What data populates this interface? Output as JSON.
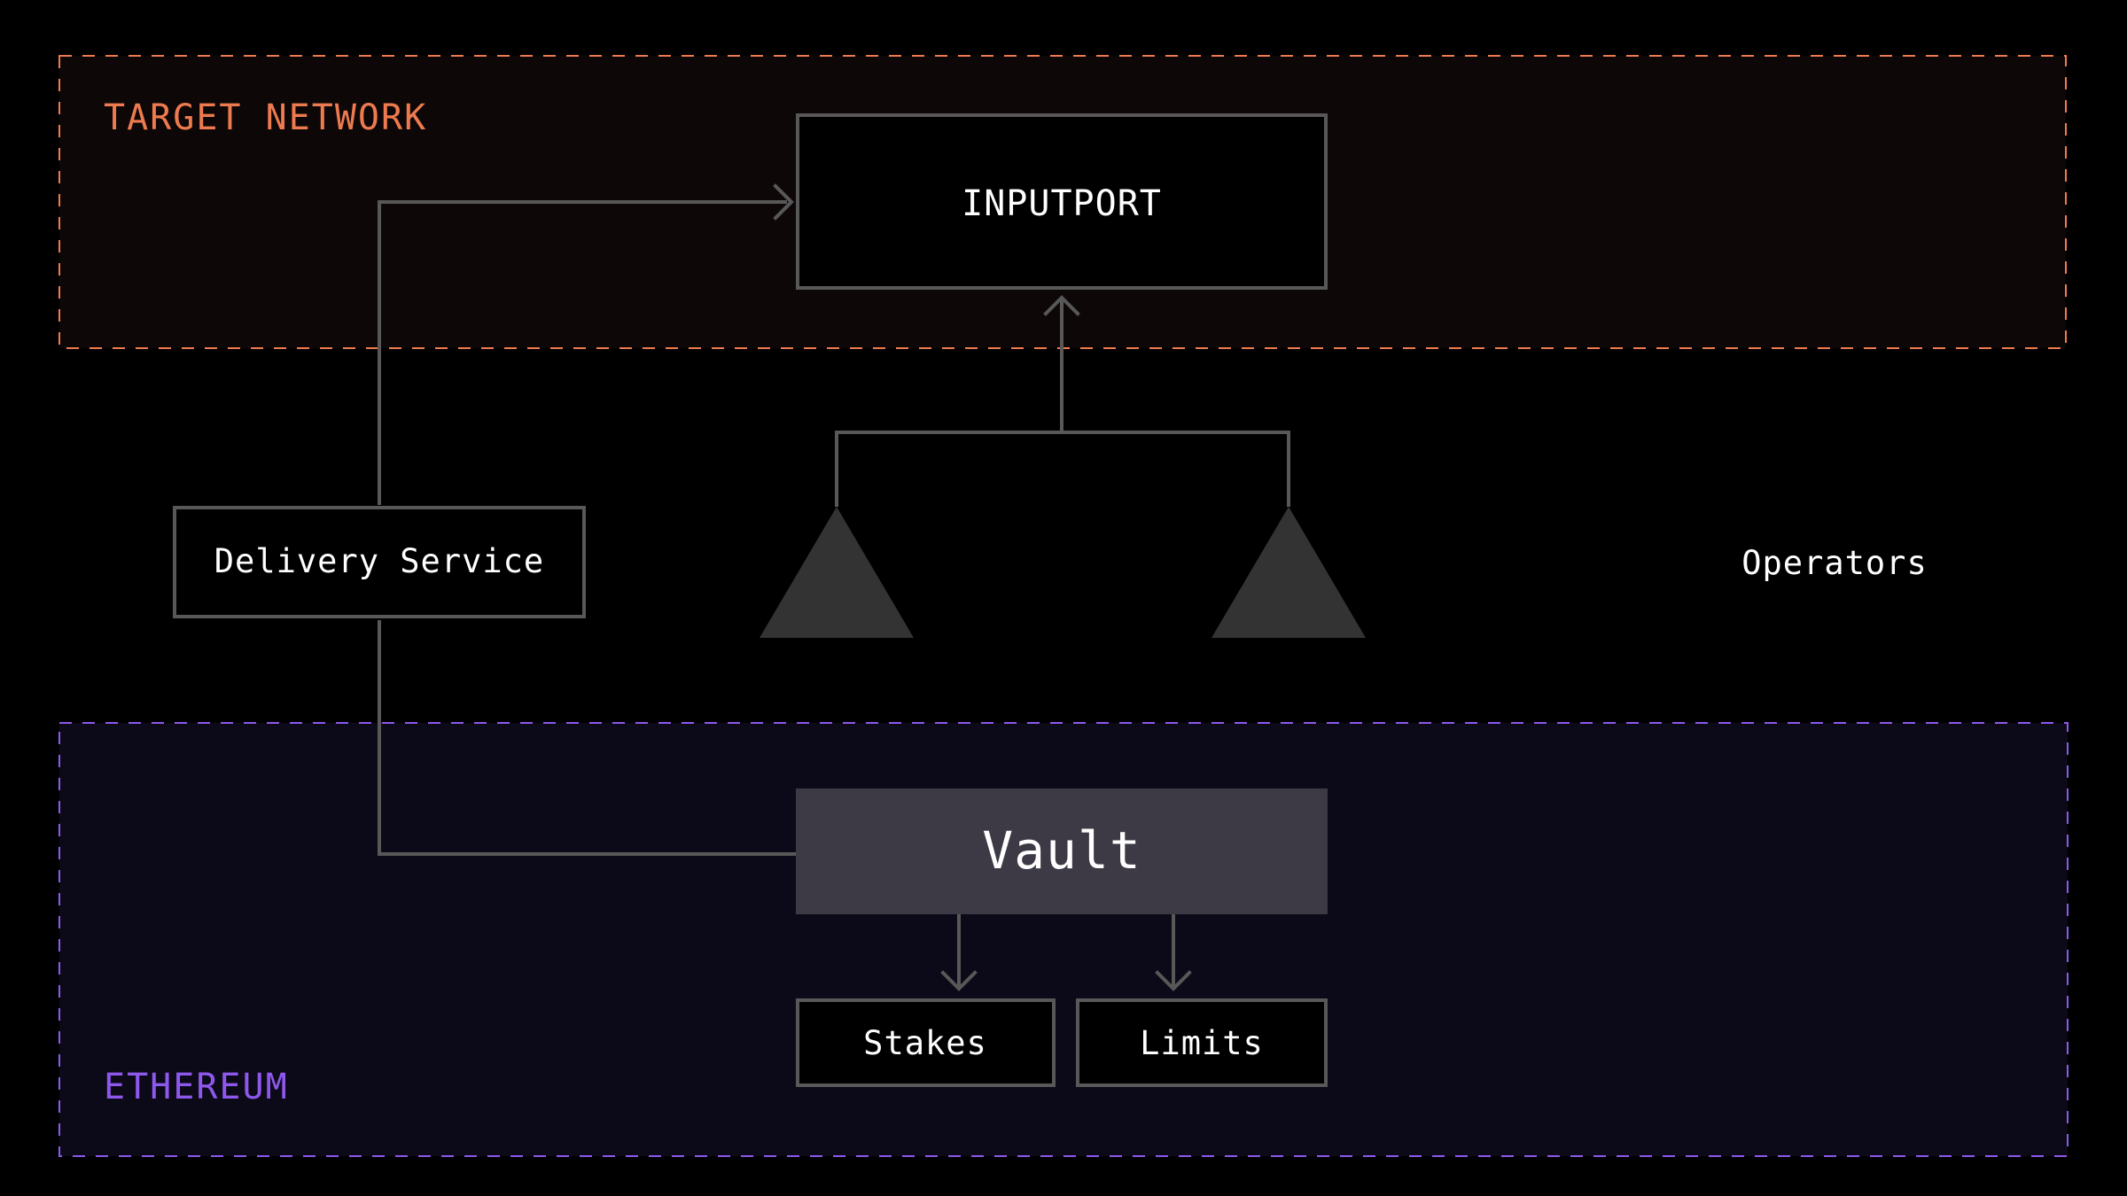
{
  "regions": {
    "target_network": {
      "label": "TARGET NETWORK",
      "color": "#ee7b4f"
    },
    "ethereum": {
      "label": "ETHEREUM",
      "color": "#8e58ec"
    }
  },
  "nodes": {
    "inputport": "INPUTPORT",
    "delivery_service": "Delivery Service",
    "vault": "Vault",
    "stakes": "Stakes",
    "limits": "Limits",
    "operators": "Operators"
  },
  "edges": [
    {
      "from": "delivery_service",
      "to": "inputport"
    },
    {
      "from": "operators",
      "to": "inputport"
    },
    {
      "from": "vault",
      "to": "delivery_service"
    },
    {
      "from": "vault",
      "to": "stakes"
    },
    {
      "from": "vault",
      "to": "limits"
    }
  ],
  "colors": {
    "background": "#000000",
    "edge": "#585858",
    "vault_fill": "#3d3a46",
    "operator_fill": "#333333"
  }
}
